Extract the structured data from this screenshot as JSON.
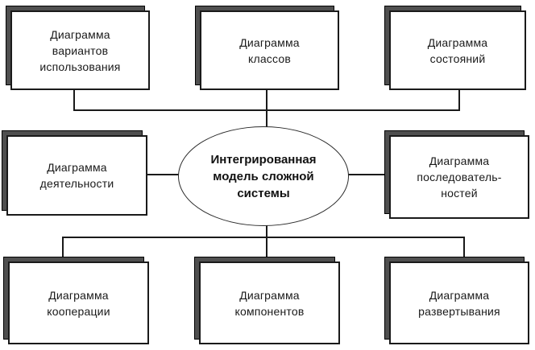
{
  "diagram": {
    "type": "uml-model-overview",
    "center_node": {
      "id": "integrated-model",
      "label": "Интегрированная\nмодель сложной\nсистемы"
    },
    "nodes": [
      {
        "id": "use-case-diagram",
        "label": "Диаграмма\nвариантов\nиспользования"
      },
      {
        "id": "class-diagram",
        "label": "Диаграмма\nклассов"
      },
      {
        "id": "state-diagram",
        "label": "Диаграмма\nсостояний"
      },
      {
        "id": "activity-diagram",
        "label": "Диаграмма\nдеятельности"
      },
      {
        "id": "sequence-diagram",
        "label": "Диаграмма\nпоследователь-\nностей"
      },
      {
        "id": "cooperation-diagram",
        "label": "Диаграмма\nкооперации"
      },
      {
        "id": "component-diagram",
        "label": "Диаграмма\nкомпонентов"
      },
      {
        "id": "deployment-diagram",
        "label": "Диаграмма\nразвертывания"
      }
    ],
    "colors": {
      "background": "#ffffff",
      "box_fill": "#ffffff",
      "box_border": "#1a1a1a",
      "shadow_fill": "#4f4f4f",
      "text": "#1a1a1a",
      "connector": "#1a1a1a"
    }
  }
}
